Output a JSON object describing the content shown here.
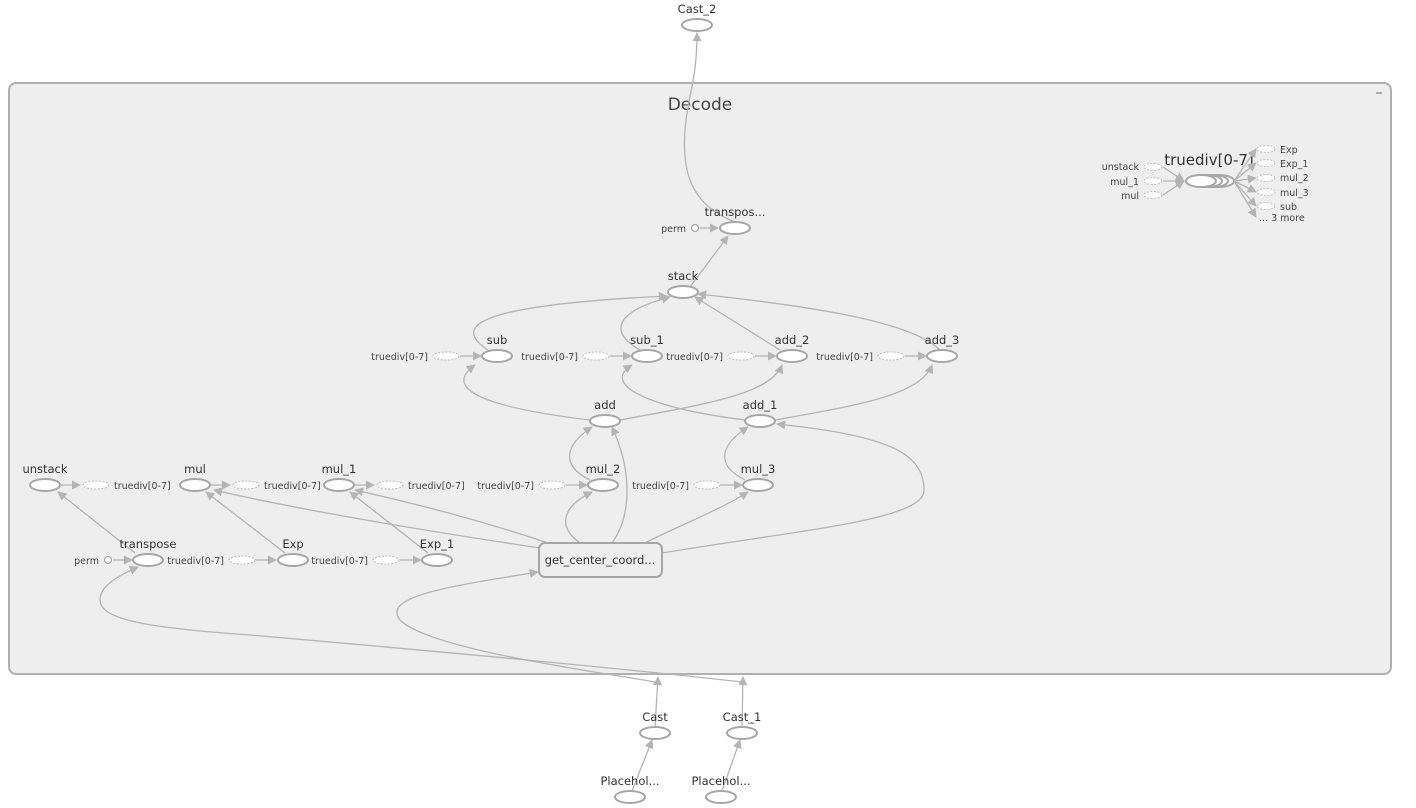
{
  "group": {
    "title": "Decode",
    "collapse_glyph": "–"
  },
  "outer_nodes": {
    "cast_2": "Cast_2",
    "cast": "Cast",
    "cast_1": "Cast_1",
    "placeholder": "Placehol...",
    "placeholder_1": "Placehol..."
  },
  "nodes": {
    "transpose_top": "transpos...",
    "stack": "stack",
    "sub": "sub",
    "sub_1": "sub_1",
    "add_2": "add_2",
    "add_3": "add_3",
    "add": "add",
    "add_1": "add_1",
    "unstack": "unstack",
    "mul": "mul",
    "mul_1": "mul_1",
    "mul_2": "mul_2",
    "mul_3": "mul_3",
    "transpose": "transpose",
    "exp": "Exp",
    "exp_1": "Exp_1",
    "get_center": "get_center_coord...",
    "perm": "perm"
  },
  "truediv_ref": "truediv[0-7]",
  "series_node": {
    "title": "truediv[0-7]",
    "inputs": [
      "unstack",
      "mul_1",
      "mul"
    ],
    "outputs": [
      "Exp",
      "Exp_1",
      "mul_2",
      "mul_3",
      "sub"
    ],
    "more": "... 3 more"
  }
}
